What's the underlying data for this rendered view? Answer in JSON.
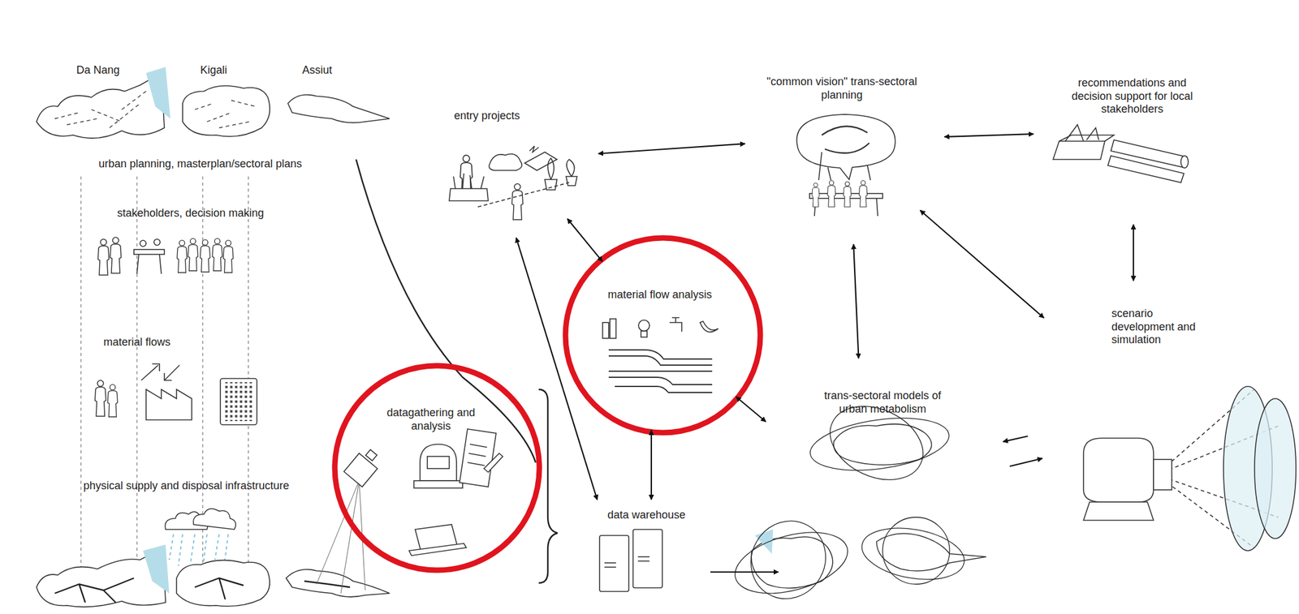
{
  "diagram": {
    "nodes": [
      {
        "text": [
          "Da Nang",
          "Kigali",
          "Assiut",
          "urban planning, masterplan/sectoral plans",
          "stakeholders, decision making",
          "material flows",
          "physical supply and disposal infrastructure"
        ]
      },
      {
        "text": [
          "datagathering and analysis"
        ],
        "in": 0
      },
      {
        "text": [
          "entry projects"
        ]
      },
      {
        "text": [
          "material flow analysis"
        ]
      },
      {
        "text": [
          "data warehouse"
        ]
      },
      {
        "text": [
          "\"common vision\" trans-sectoral planning"
        ]
      },
      {
        "text": [
          "recommendations and decision support for local stakeholders"
        ]
      },
      {
        "text": [
          "trans-sectoral models of urban metabolism"
        ]
      },
      {
        "text": [
          "scenario development and simulation"
        ]
      }
    ],
    "edges": [
      {
        "from": 2,
        "to": 5,
        "arrow": "both"
      },
      {
        "from": 5,
        "to": 6,
        "arrow": "both"
      },
      {
        "from": 2,
        "to": 3,
        "arrow": "both"
      },
      {
        "from": 5,
        "to": 8,
        "arrow": "both"
      },
      {
        "from": 5,
        "to": 7,
        "arrow": "both"
      },
      {
        "from": 6,
        "to": 8,
        "arrow": "both"
      },
      {
        "from": 2,
        "to": 4,
        "arrow": "both"
      },
      {
        "from": 3,
        "to": 4,
        "arrow": "both"
      },
      {
        "from": 3,
        "to": 7,
        "arrow": "both"
      },
      {
        "from": 4,
        "to": 7,
        "arrow": "to"
      },
      {
        "from": 8,
        "to": 7,
        "arrow": "to"
      },
      {
        "from": 7,
        "to": 8,
        "arrow": "to"
      }
    ]
  }
}
